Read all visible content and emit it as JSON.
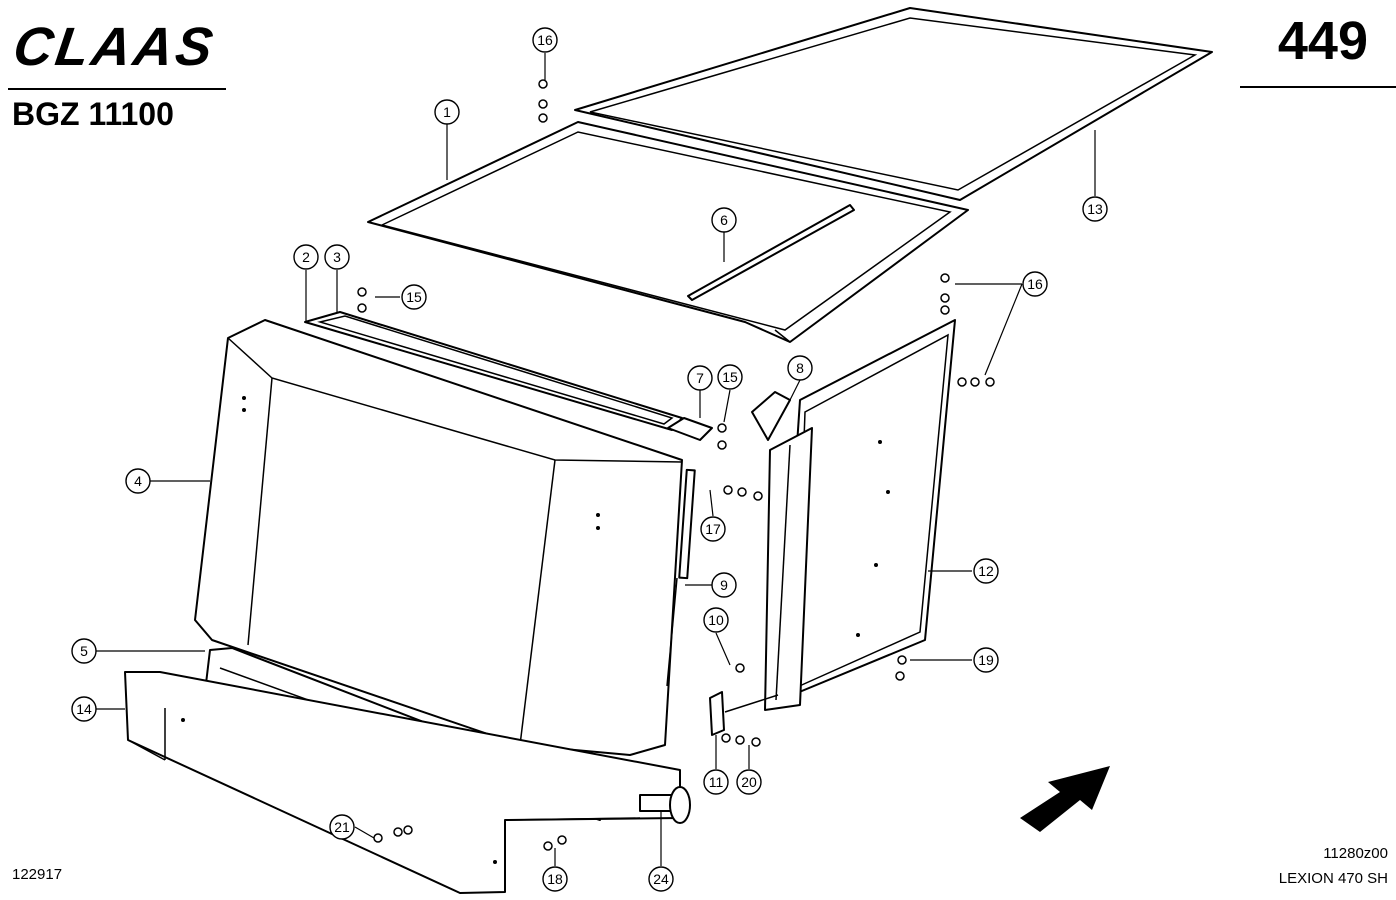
{
  "header": {
    "brand": "CLAAS",
    "catalog_code": "BGZ 11100",
    "page_number": "449"
  },
  "footer": {
    "drawing_ref": "122917",
    "illustration_code": "11280z00",
    "model_name": "LEXION 470 SH"
  },
  "callouts": [
    "1",
    "2",
    "3",
    "4",
    "5",
    "6",
    "7",
    "8",
    "9",
    "10",
    "11",
    "12",
    "13",
    "14",
    "15",
    "15",
    "16",
    "16",
    "17",
    "18",
    "19",
    "20",
    "21",
    "24"
  ]
}
